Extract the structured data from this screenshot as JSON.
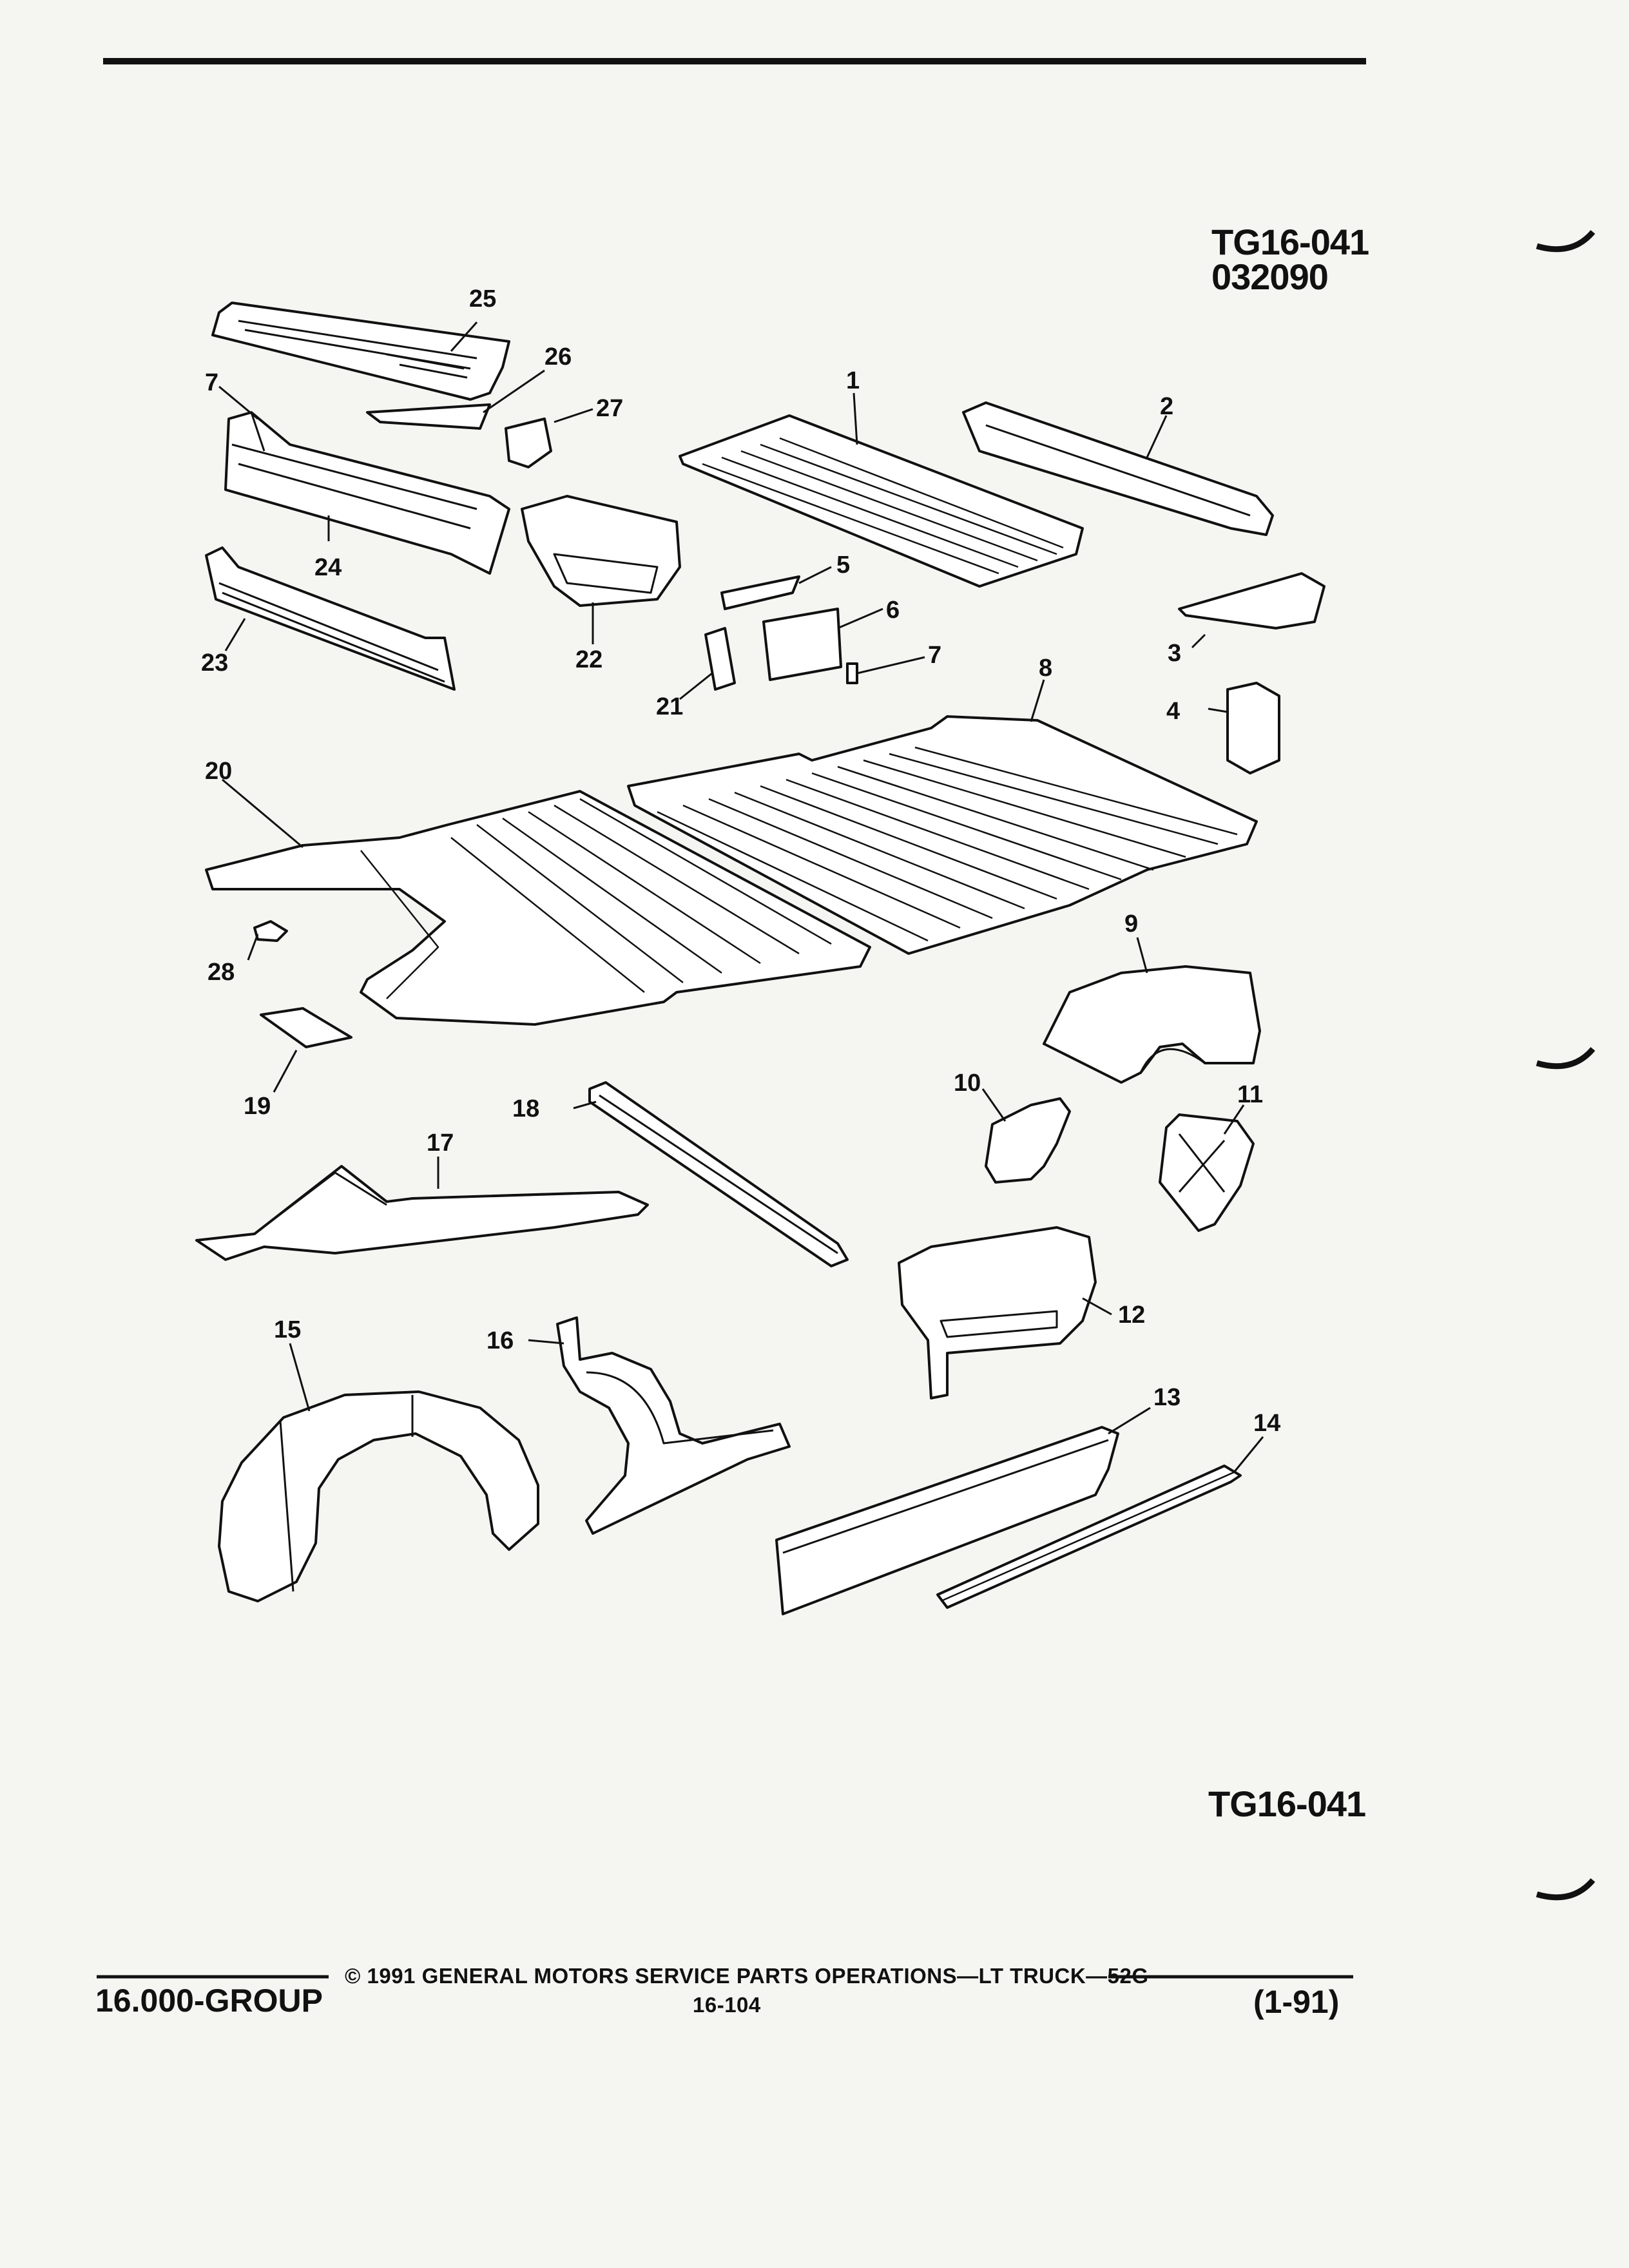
{
  "figure": {
    "ref_top": "TG16-041",
    "ref_code": "032090",
    "ref_bottom": "TG16-041"
  },
  "callouts": [
    "1",
    "2",
    "3",
    "4",
    "5",
    "6",
    "7",
    "7",
    "8",
    "9",
    "10",
    "11",
    "12",
    "13",
    "14",
    "15",
    "16",
    "17",
    "18",
    "19",
    "20",
    "21",
    "22",
    "23",
    "24",
    "25",
    "26",
    "27",
    "28"
  ],
  "footer": {
    "group": "16.000-GROUP",
    "copyright": "© 1991 GENERAL MOTORS SERVICE PARTS OPERATIONS—LT TRUCK—52G",
    "page_number": "16-104",
    "date": "(1-91)"
  },
  "colors": {
    "ink": "#111111",
    "paper": "#f5f5f2",
    "fill": "#ffffff"
  }
}
